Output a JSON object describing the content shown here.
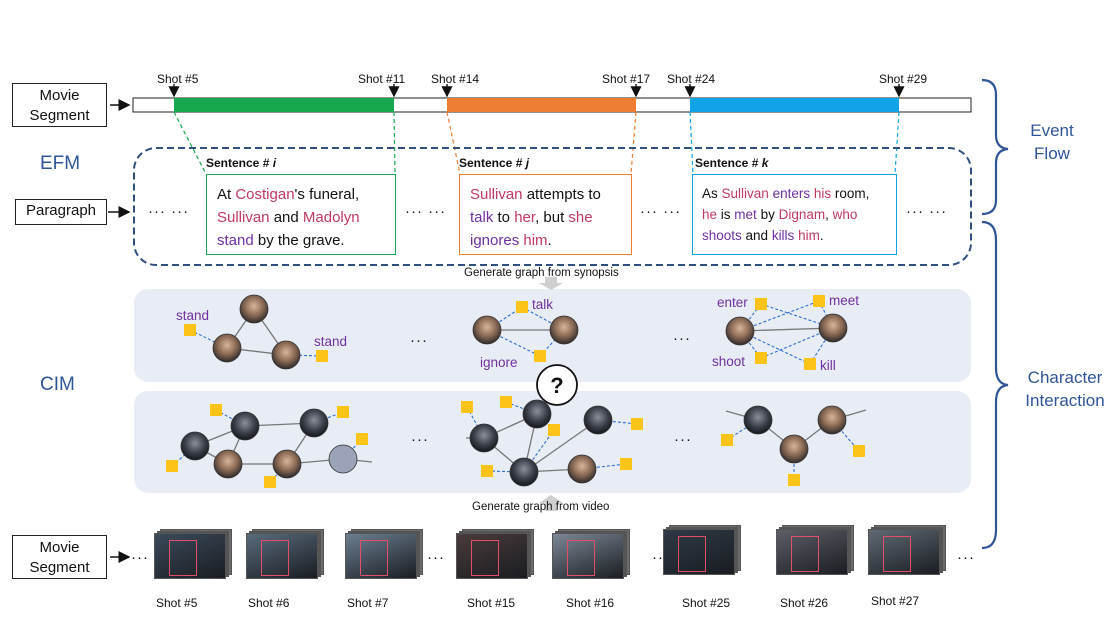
{
  "top_segment": {
    "label": "Movie\nSegment",
    "shots": [
      "Shot #5",
      "Shot #11",
      "Shot #14",
      "Shot #17",
      "Shot #24",
      "Shot #29"
    ],
    "colors": {
      "green": "#17a84f",
      "orange": "#ed7d31",
      "blue": "#11a3e8"
    }
  },
  "efm_label": "EFM",
  "cim_label": "CIM",
  "paragraph_label": "Paragraph",
  "ellipsis": "··· ···",
  "ellipsis_short": "···",
  "sentences": [
    {
      "header": "Sentence # ",
      "index": "i",
      "color": "#17a84f",
      "tokens": [
        {
          "t": "At ",
          "c": ""
        },
        {
          "t": "Costigan",
          "c": "n"
        },
        {
          "t": "'s funeral, ",
          "c": ""
        },
        {
          "t": "Sullivan",
          "c": "n"
        },
        {
          "t": " and ",
          "c": ""
        },
        {
          "t": "Madolyn",
          "c": "n"
        },
        {
          "t": " ",
          "c": ""
        },
        {
          "t": "stand",
          "c": "v"
        },
        {
          "t": " by the grave.",
          "c": ""
        }
      ]
    },
    {
      "header": "Sentence # ",
      "index": "j",
      "color": "#ed7d31",
      "tokens": [
        {
          "t": "Sullivan",
          "c": "n"
        },
        {
          "t": " attempts to ",
          "c": ""
        },
        {
          "t": "talk",
          "c": "v"
        },
        {
          "t": " to ",
          "c": ""
        },
        {
          "t": "her",
          "c": "n"
        },
        {
          "t": ", but ",
          "c": ""
        },
        {
          "t": "she",
          "c": "n"
        },
        {
          "t": " ",
          "c": ""
        },
        {
          "t": "ignores",
          "c": "v"
        },
        {
          "t": " ",
          "c": ""
        },
        {
          "t": "him",
          "c": "n"
        },
        {
          "t": ".",
          "c": ""
        }
      ]
    },
    {
      "header": "Sentence # ",
      "index": "k",
      "color": "#11a3e8",
      "tokens": [
        {
          "t": "As ",
          "c": ""
        },
        {
          "t": "Sullivan",
          "c": "n"
        },
        {
          "t": " ",
          "c": ""
        },
        {
          "t": "enters",
          "c": "v"
        },
        {
          "t": " ",
          "c": ""
        },
        {
          "t": "his",
          "c": "n"
        },
        {
          "t": " room, ",
          "c": ""
        },
        {
          "t": "he",
          "c": "n"
        },
        {
          "t": " is ",
          "c": ""
        },
        {
          "t": "met",
          "c": "v"
        },
        {
          "t": " by ",
          "c": ""
        },
        {
          "t": "Dignam",
          "c": "n"
        },
        {
          "t": ", ",
          "c": ""
        },
        {
          "t": "who",
          "c": "n"
        },
        {
          "t": " ",
          "c": ""
        },
        {
          "t": "shoots",
          "c": "v"
        },
        {
          "t": " and ",
          "c": ""
        },
        {
          "t": "kills",
          "c": "v"
        },
        {
          "t": " ",
          "c": ""
        },
        {
          "t": "him",
          "c": "n"
        },
        {
          "t": ".",
          "c": ""
        }
      ]
    }
  ],
  "synopsis_caption": "Generate graph from synopsis",
  "video_caption": "Generate graph from video",
  "question_mark": "?",
  "edge_labels": {
    "g1": [
      "stand",
      "stand"
    ],
    "g2": [
      "talk",
      "ignore"
    ],
    "g3": [
      "enter",
      "meet",
      "shoot",
      "kill"
    ]
  },
  "side_labels": {
    "event_flow": "Event\nFlow",
    "character_interaction": "Character\nInteraction"
  },
  "bottom_segment": {
    "label": "Movie\nSegment",
    "shots": [
      "Shot #5",
      "Shot #6",
      "Shot #7",
      "Shot #15",
      "Shot #16",
      "Shot #25",
      "Shot #26",
      "Shot #27"
    ]
  },
  "colors": {
    "accent_blue": "#2f5597",
    "name_pink": "#c0395f",
    "verb_purple": "#7030a0",
    "node_yellow": "#fcc419",
    "panel": "#e8ecf5"
  }
}
